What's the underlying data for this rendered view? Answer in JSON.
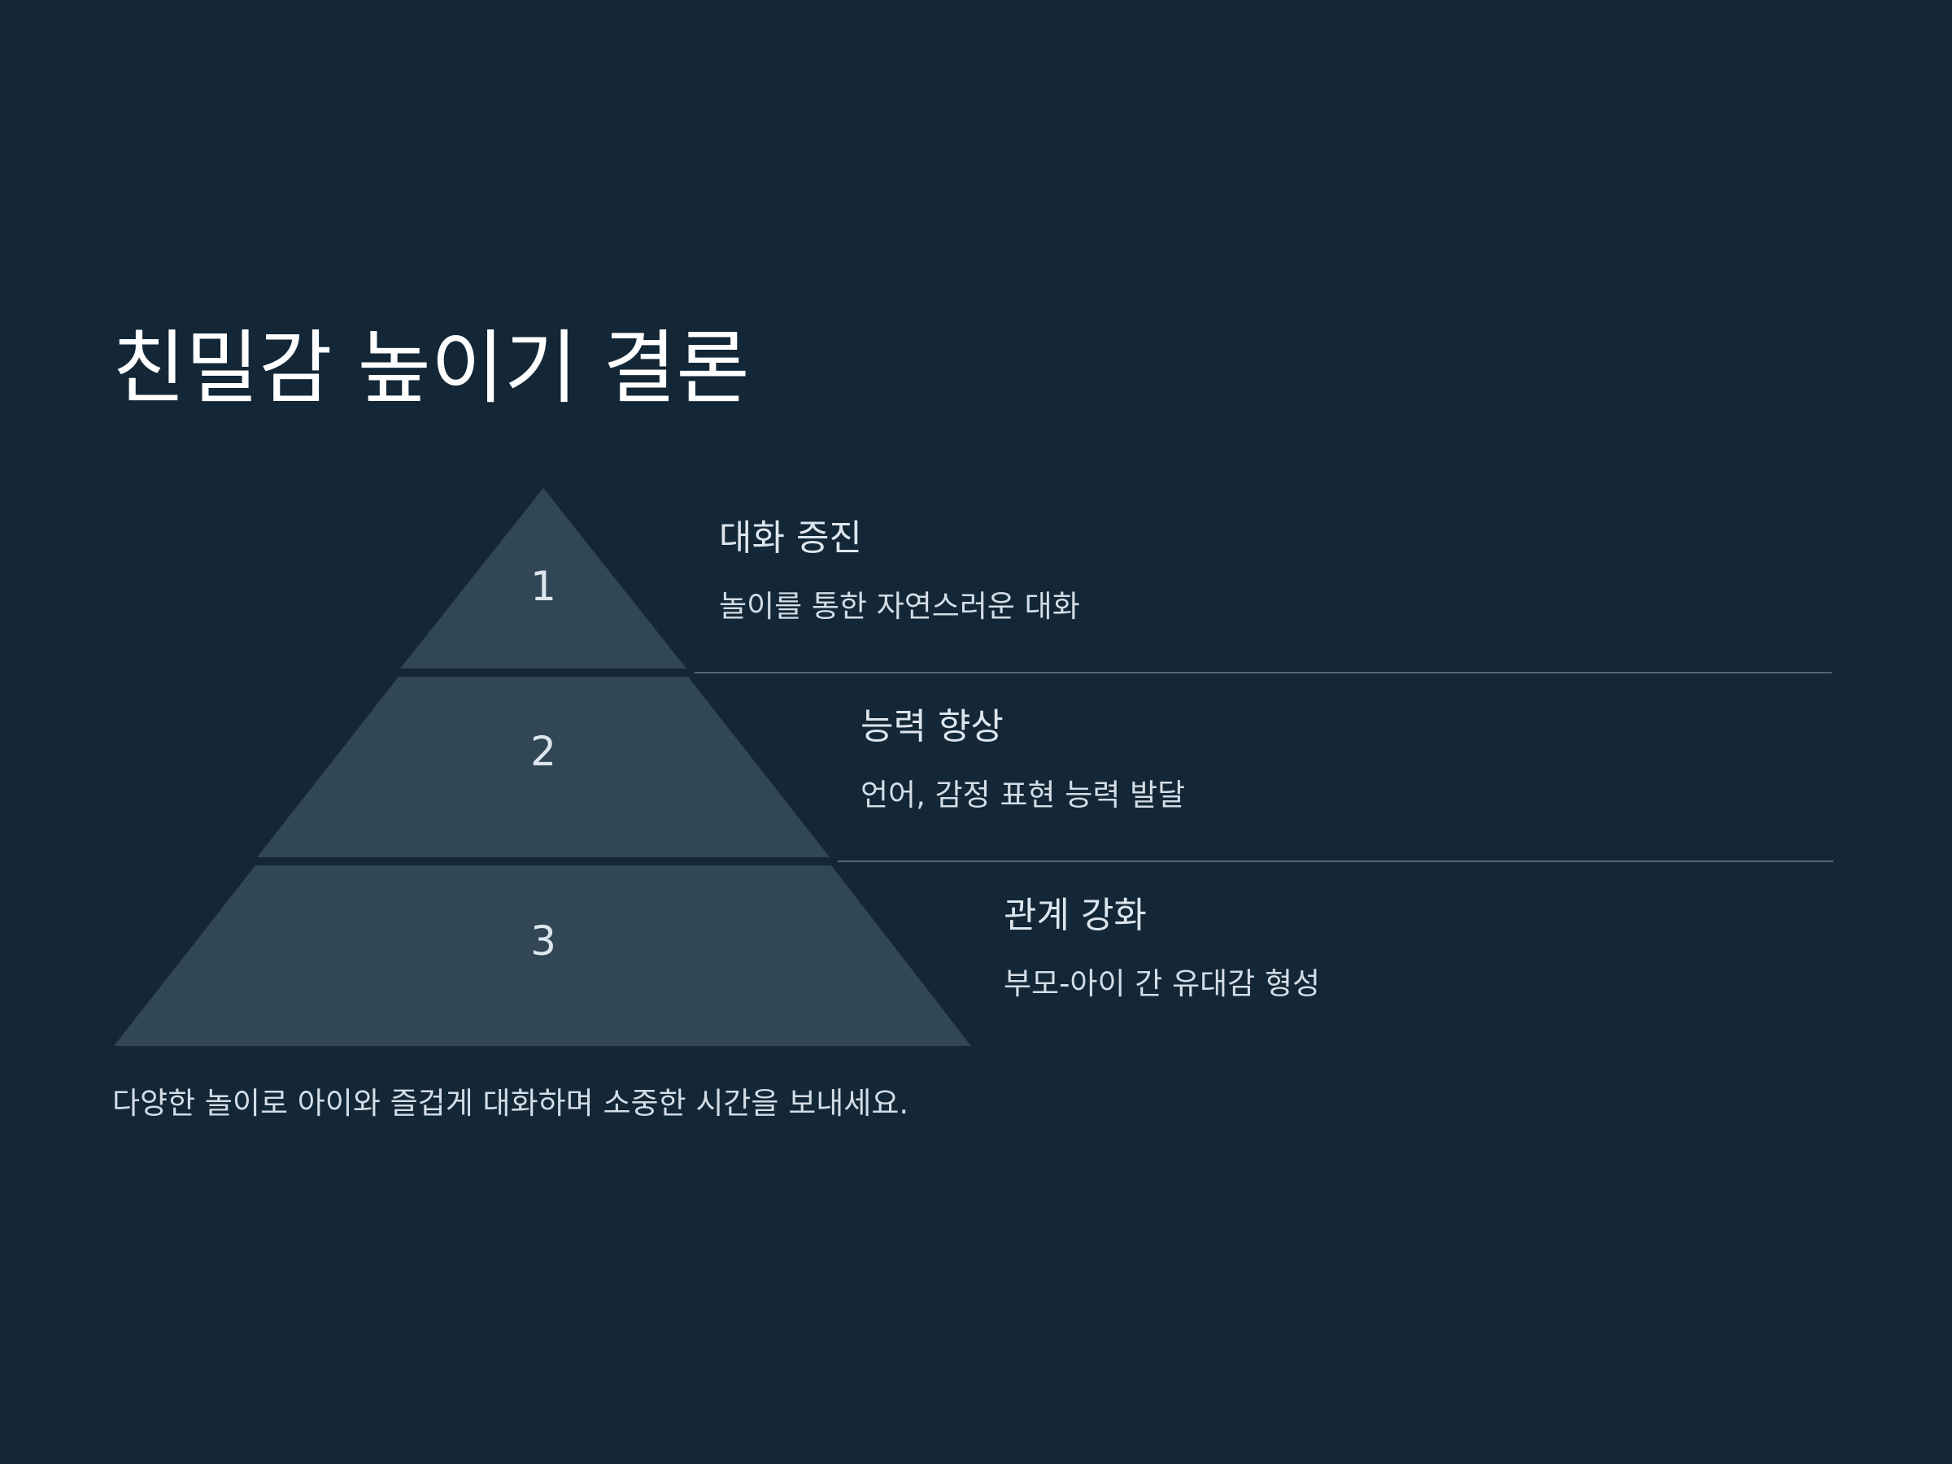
{
  "title": "친밀감 높이기 결론",
  "colors": {
    "background": "#132736",
    "tier_fill": "#314756",
    "divider": "#52687a",
    "title_text": "#ffffff",
    "body_text": "#dde6ee"
  },
  "levels": [
    {
      "number": "1",
      "title": "대화 증진",
      "description": "놀이를 통한 자연스러운 대화"
    },
    {
      "number": "2",
      "title": "능력 향상",
      "description": "언어, 감정 표현 능력 발달"
    },
    {
      "number": "3",
      "title": "관계 강화",
      "description": "부모-아이 간 유대감 형성"
    }
  ],
  "footer": "다양한 놀이로 아이와 즐겁게 대화하며 소중한 시간을 보내세요."
}
